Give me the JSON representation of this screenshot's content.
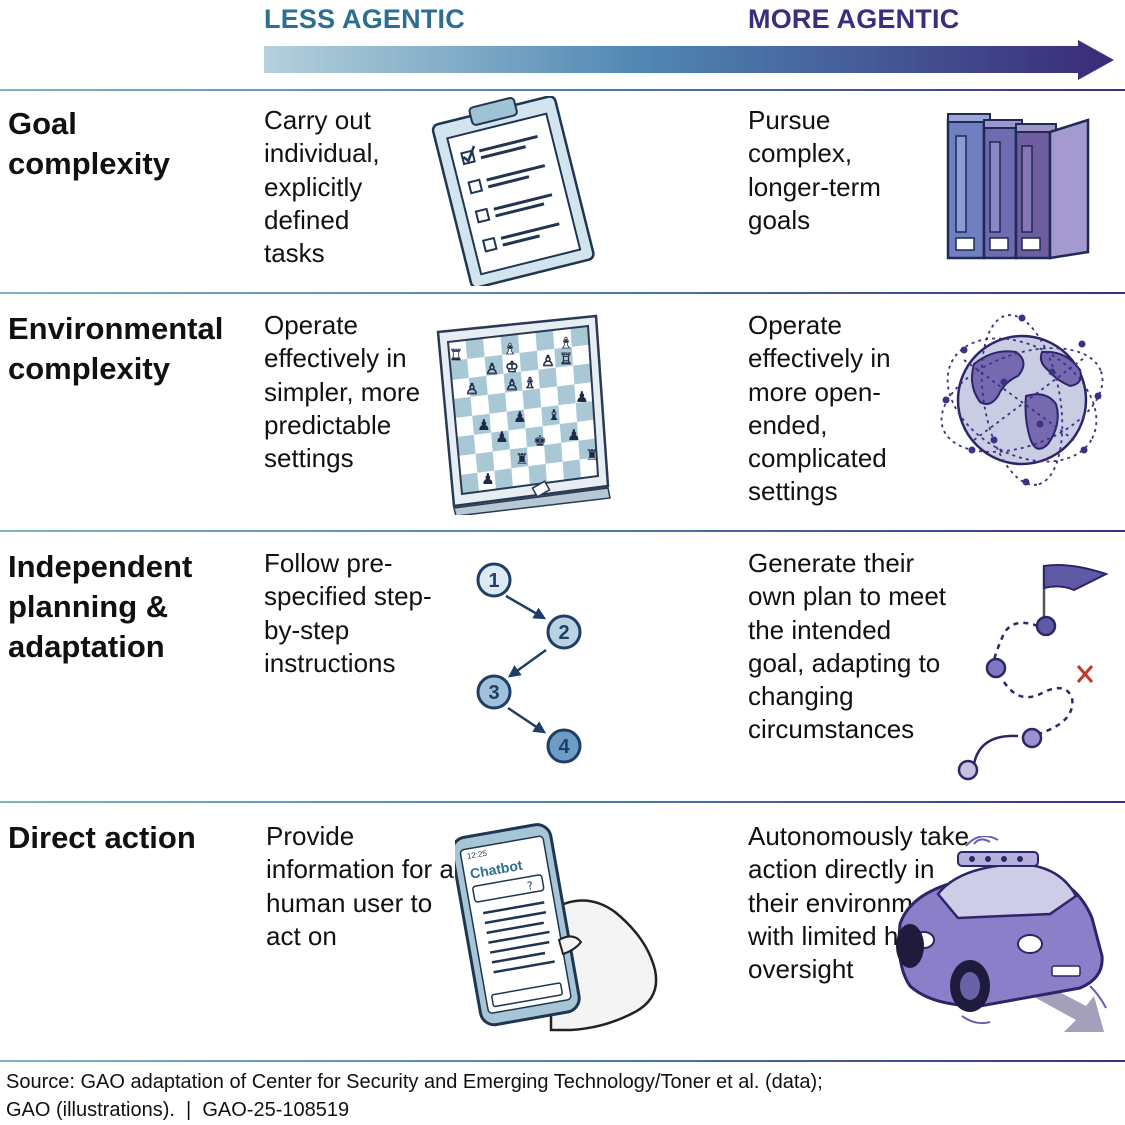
{
  "header": {
    "less_label": "LESS AGENTIC",
    "more_label": "MORE AGENTIC"
  },
  "rows": [
    {
      "category": "Goal complexity",
      "less": "Carry out individual, explicitly defined tasks",
      "more": "Pursue complex, longer-term goals"
    },
    {
      "category": "Environmental complexity",
      "less": "Operate effectively in simpler, more predictable settings",
      "more": "Operate effectively in more open-ended, complicated settings"
    },
    {
      "category": "Independent planning & adaptation",
      "less": "Follow pre-specified step-by-step instructions",
      "more": "Generate their own plan to meet the intended goal, adapting to changing circumstances"
    },
    {
      "category": "Direct action",
      "less": "Provide information for a human user to act on",
      "more": "Autonomously take action directly in their environment with limited human oversight"
    }
  ],
  "steps": [
    "1",
    "2",
    "3",
    "4"
  ],
  "phone": {
    "time": "12:25",
    "app_title": "Chatbot"
  },
  "source": {
    "line1": "Source: GAO adaptation of Center for Security and Emerging Technology/Toner et al. (data);",
    "line2": "GAO (illustrations).  |  GAO-25-108519"
  },
  "colors": {
    "less_accent": "#2c6f93",
    "more_accent": "#3d2d7d",
    "illustration_light_blue": "#cfe3ee",
    "illustration_purple": "#7d72b5"
  }
}
